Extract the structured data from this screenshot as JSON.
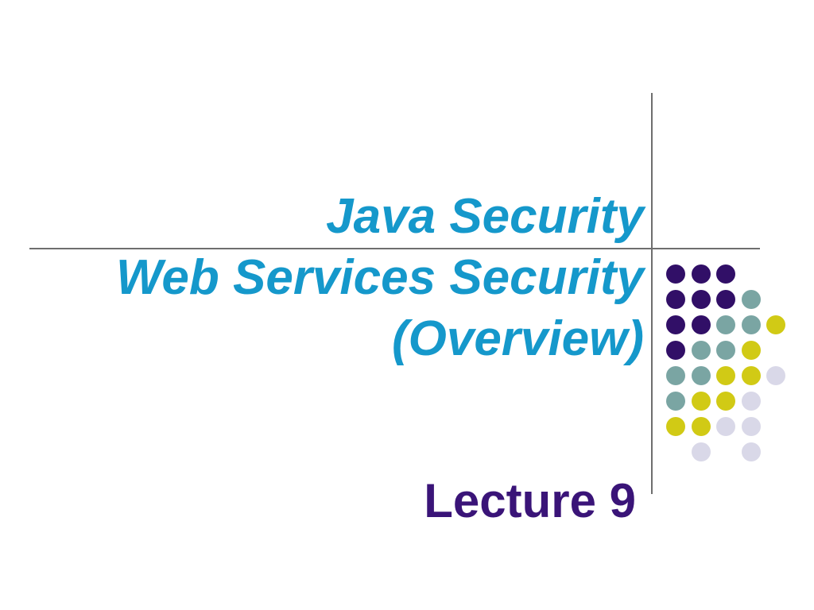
{
  "slide": {
    "title_lines": [
      "Java Security",
      "Web Services Security",
      "(Overview)"
    ],
    "subtitle": "Lecture 9"
  },
  "colors": {
    "background": "#ffffff",
    "title_text": "#1598cb",
    "subtitle_text": "#3a1478",
    "rule_line": "#6e6e6e",
    "dot_palette": {
      "P": "#310f67",
      "T": "#7aa5a3",
      "Y": "#d1ca15",
      "L": "#d9d8e8"
    }
  },
  "decoration": {
    "dot_grid_rows": [
      "PPP..",
      "PPPT.",
      "PPTTY",
      "PTTY.",
      "TTYYL",
      "TYYL.",
      "YYLL.",
      ".L.L."
    ]
  }
}
